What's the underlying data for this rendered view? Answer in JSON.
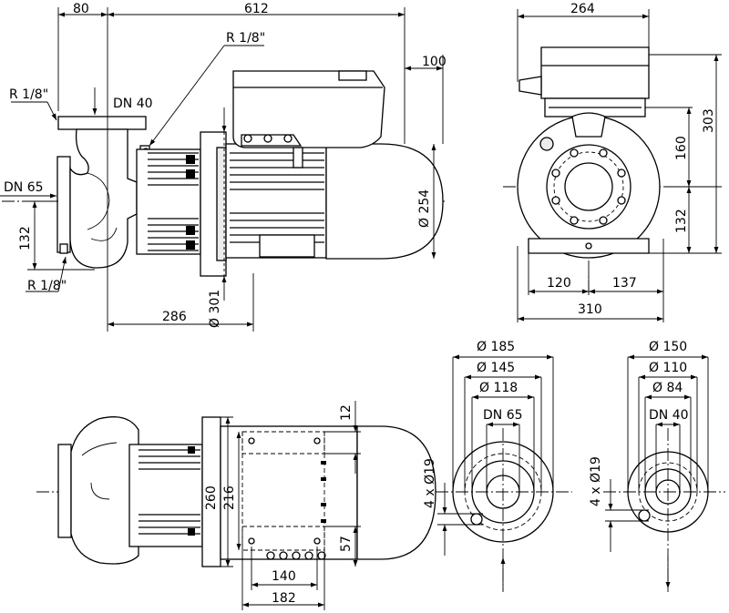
{
  "drawing_title": "",
  "side_view": {
    "overall_length": "612",
    "flange_offset": "80",
    "vent_plug_top": "R 1/8\"",
    "vent_plug_flange": "R 1/8\"",
    "drain_plug": "R 1/8\"",
    "discharge_nominal": "DN 40",
    "suction_nominal": "DN 65",
    "suction_height": "132",
    "motor_overhang": "100",
    "motor_diameter": "Ø 254",
    "lantern_diameter": "Ø 301",
    "lantern_length": "286"
  },
  "front_view": {
    "width_top": "264",
    "height_upper": "160",
    "height_total": "303",
    "height_lower": "132",
    "offset_left": "120",
    "offset_right": "137",
    "base_width": "310"
  },
  "top_view": {
    "slot_width": "12",
    "foot_height_outer": "260",
    "foot_height_inner": "216",
    "foot_step": "57",
    "foot_inner_length": "140",
    "foot_outer_length": "182"
  },
  "flange_suction": {
    "outer_diameter": "Ø 185",
    "bolt_circle": "Ø 145",
    "raised_face": "Ø 118",
    "nominal": "DN 65",
    "holes": "4 x Ø19"
  },
  "flange_discharge": {
    "outer_diameter": "Ø 150",
    "bolt_circle": "Ø 110",
    "raised_face": "Ø 84",
    "nominal": "DN 40",
    "holes": "4 x Ø19"
  }
}
